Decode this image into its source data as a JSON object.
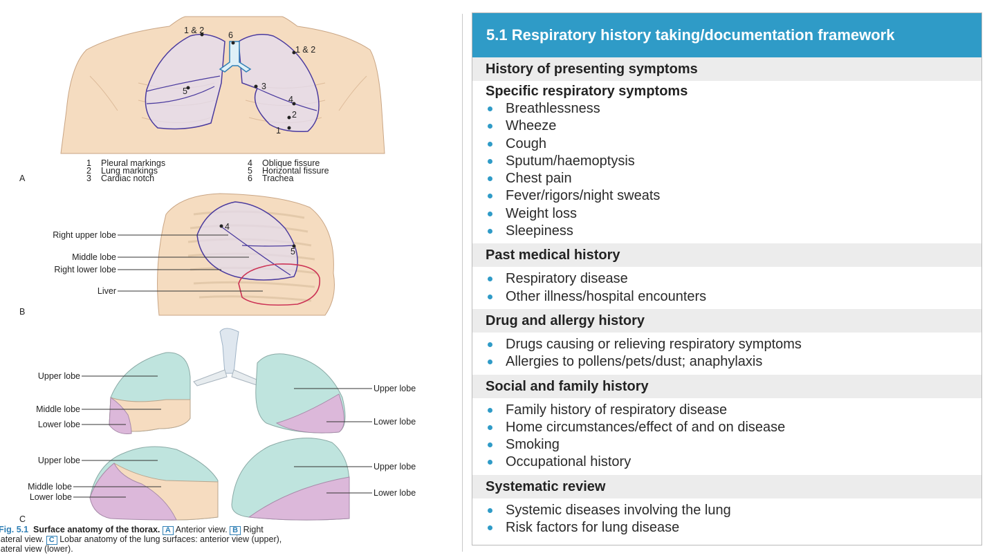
{
  "figure": {
    "panelA": {
      "letter": "A",
      "legend": [
        {
          "num": "1",
          "text": "Pleural markings"
        },
        {
          "num": "2",
          "text": "Lung markings"
        },
        {
          "num": "3",
          "text": "Cardiac notch"
        },
        {
          "num": "4",
          "text": "Oblique fissure"
        },
        {
          "num": "5",
          "text": "Horizontal fissure"
        },
        {
          "num": "6",
          "text": "Trachea"
        }
      ],
      "markers": {
        "m12_left": "1 & 2",
        "m12_right": "1 & 2",
        "m6": "6",
        "m5": "5",
        "m3": "3",
        "m4": "4",
        "m2": "2",
        "m1": "1"
      }
    },
    "panelB": {
      "letter": "B",
      "labels": {
        "right_upper": "Right upper lobe",
        "middle": "Middle lobe",
        "right_lower": "Right lower lobe",
        "liver": "Liver"
      },
      "markers": {
        "m4": "4",
        "m5": "5"
      }
    },
    "panelC": {
      "letter": "C",
      "labels": {
        "ant_left_upper": "Upper lobe",
        "ant_left_middle": "Middle lobe",
        "ant_left_lower": "Lower lobe",
        "ant_right_upper": "Upper lobe",
        "ant_right_lower": "Lower lobe",
        "lat_left_upper": "Upper lobe",
        "lat_left_middle": "Middle lobe",
        "lat_left_lower": "Lower lobe",
        "lat_right_upper": "Upper lobe",
        "lat_right_lower": "Lower lobe"
      }
    },
    "caption": {
      "fig": "Fig. 5.1",
      "title": "Surface anatomy of the thorax.",
      "a_box": "A",
      "a_text": "Anterior view.",
      "b_box": "B",
      "b_text": "Right",
      "line2a": "lateral view.",
      "c_box": "C",
      "c_text": "Lobar anatomy of the lung surfaces: anterior view (upper),",
      "line3": "lateral view (lower)."
    }
  },
  "panel": {
    "title": "5.1  Respiratory history taking/documentation framework",
    "sections": [
      {
        "heading": "History of presenting symptoms"
      },
      {
        "subheading": "Specific respiratory symptoms",
        "items": [
          "Breathlessness",
          "Wheeze",
          "Cough",
          "Sputum/haemoptysis",
          "Chest pain",
          "Fever/rigors/night sweats",
          "Weight loss",
          "Sleepiness"
        ]
      },
      {
        "heading": "Past medical history",
        "items": [
          "Respiratory disease",
          "Other illness/hospital encounters"
        ]
      },
      {
        "heading": "Drug and allergy history",
        "items": [
          "Drugs causing or relieving respiratory symptoms",
          "Allergies to pollens/pets/dust; anaphylaxis"
        ]
      },
      {
        "heading": "Social and family history",
        "items": [
          "Family history of respiratory disease",
          "Home circumstances/effect of and on disease",
          "Smoking",
          "Occupational history"
        ]
      },
      {
        "heading": "Systematic review",
        "items": [
          "Systemic diseases involving the lung",
          "Risk factors for lung disease"
        ]
      }
    ]
  },
  "colors": {
    "accent": "#2f9bc7",
    "section_bg": "#ececec",
    "skin": "#f5dcc0",
    "upper_lobe": "#bfe4de",
    "lower_lobe": "#dcb8da",
    "middle_lobe": "#f6dcc0"
  }
}
